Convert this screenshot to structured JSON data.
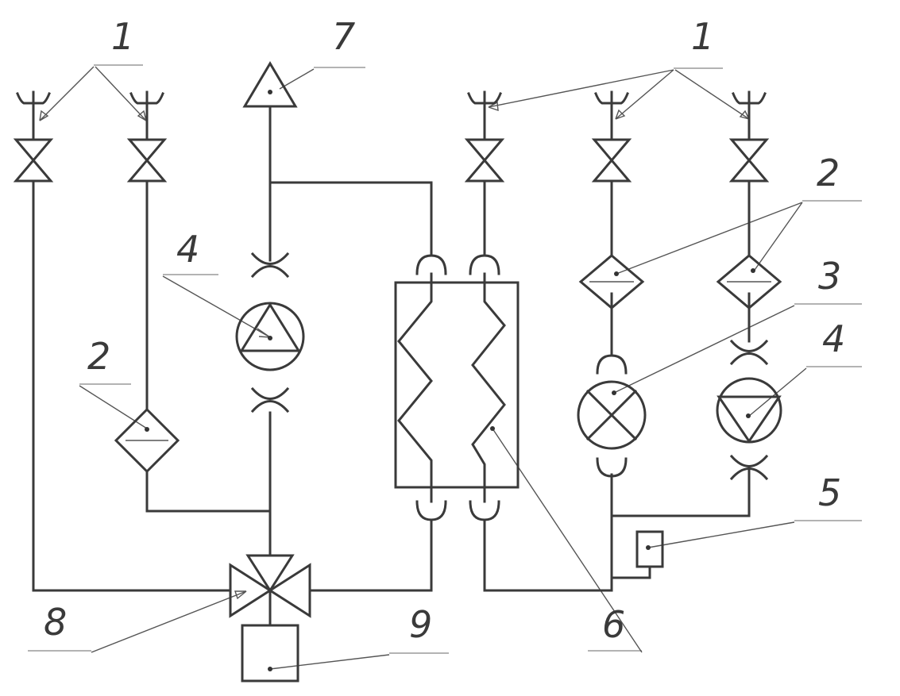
{
  "diagram": {
    "labels": {
      "l1a": "1",
      "l1b": "1",
      "l2a": "2",
      "l2b": "2",
      "l3": "3",
      "l4a": "4",
      "l4b": "4",
      "l5": "5",
      "l6": "6",
      "l7": "7",
      "l8": "8",
      "l9": "9"
    }
  }
}
